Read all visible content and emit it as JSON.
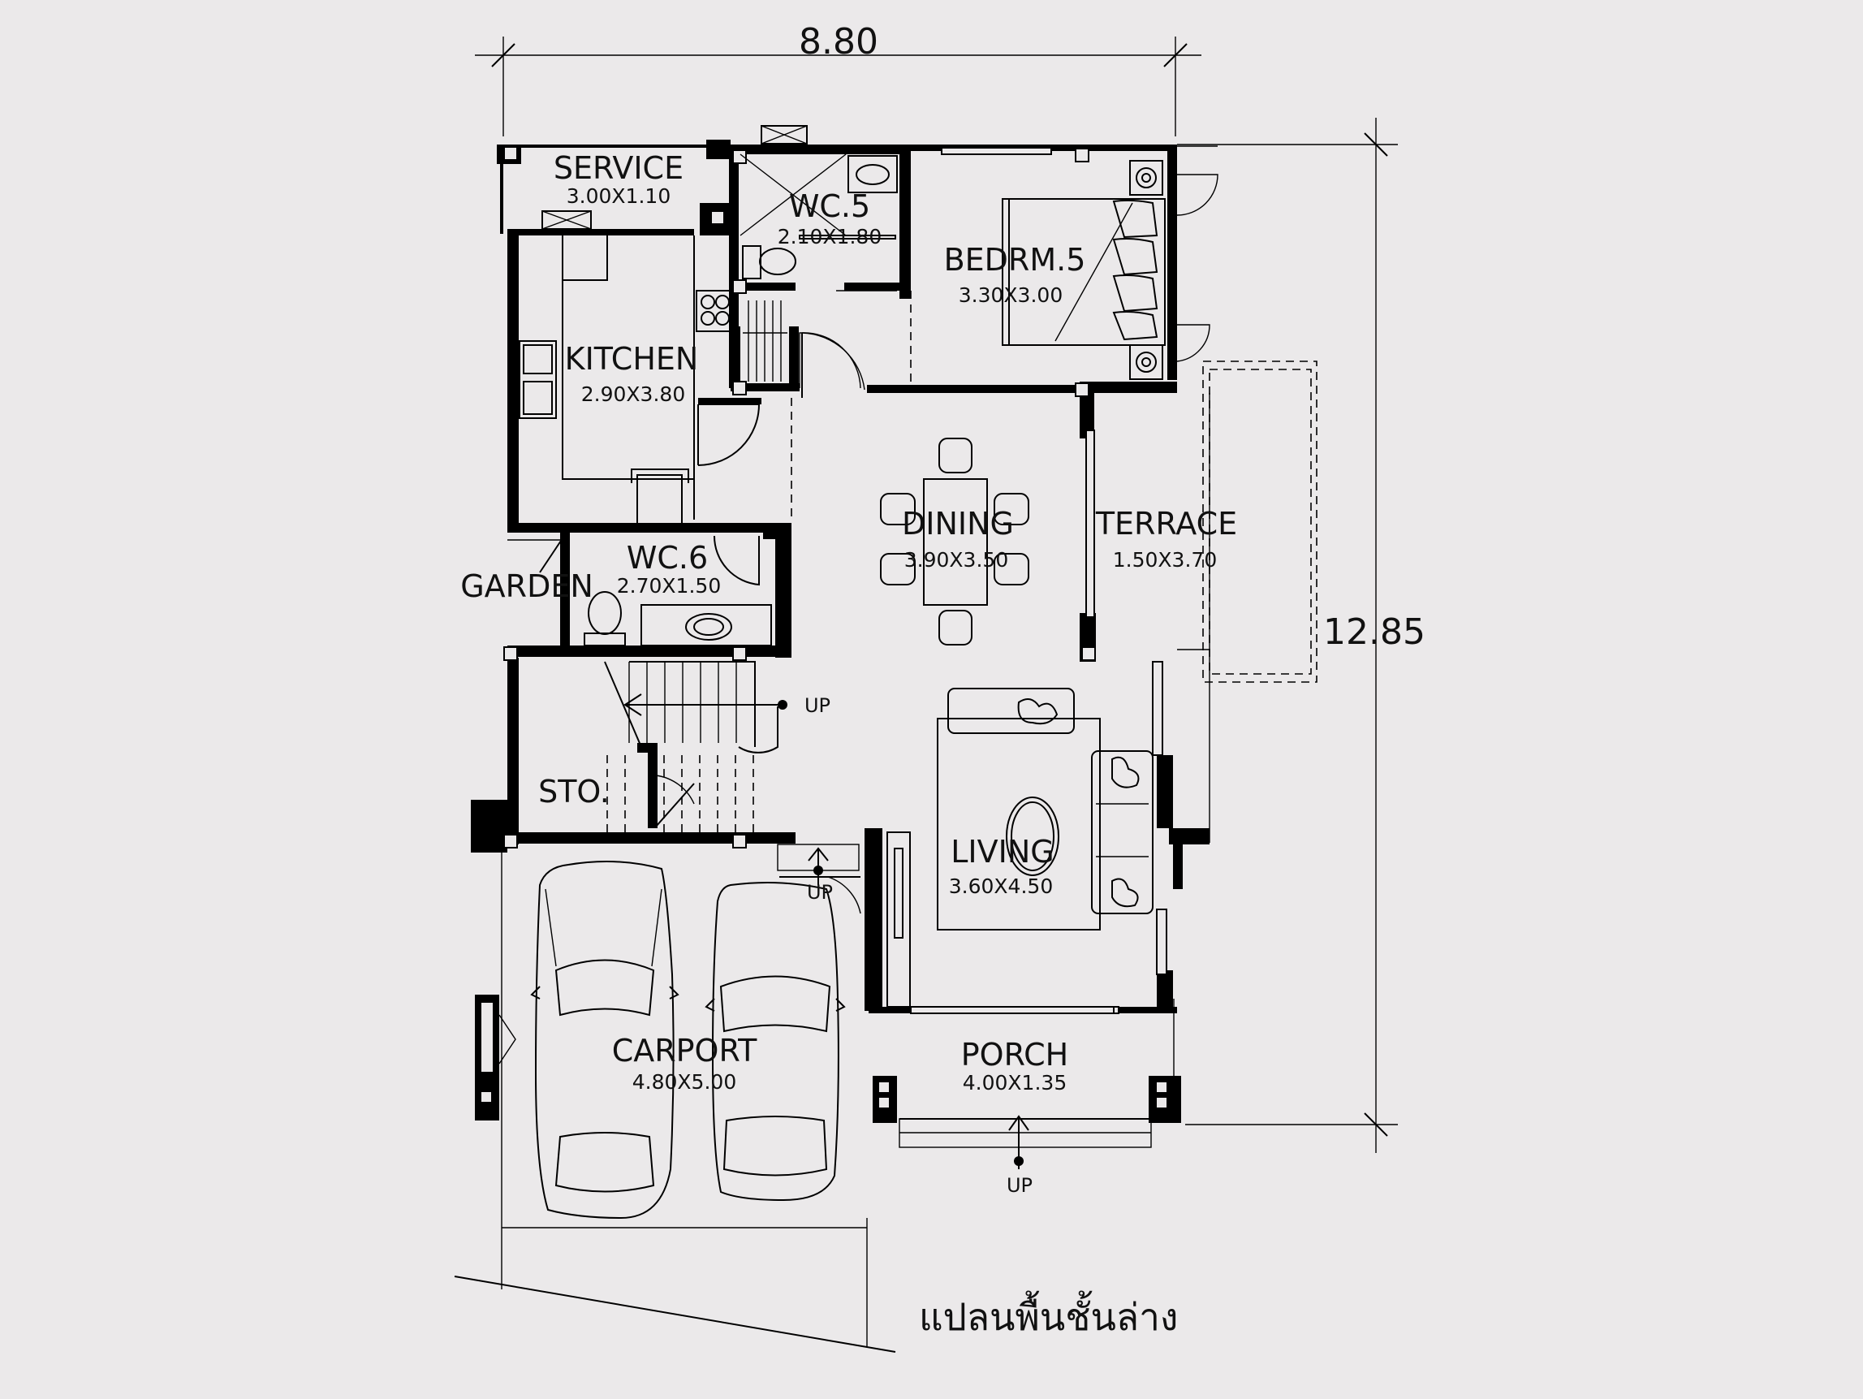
{
  "dimensions": {
    "width": "8.80",
    "depth": "12.85"
  },
  "rooms": {
    "service": {
      "name": "SERVICE",
      "size": "3.00X1.10"
    },
    "wc5": {
      "name": "WC.5",
      "size": "2.10X1.80"
    },
    "bedroom5": {
      "name": "BEDRM.5",
      "size": "3.30X3.00"
    },
    "kitchen": {
      "name": "KITCHEN",
      "size": "2.90X3.80"
    },
    "dining": {
      "name": "DINING",
      "size": "3.90X3.50"
    },
    "terrace": {
      "name": "TERRACE",
      "size": "1.50X3.70"
    },
    "wc6": {
      "name": "WC.6",
      "size": "2.70X1.50"
    },
    "garden": {
      "name": "GARDEN"
    },
    "storage": {
      "name": "STO."
    },
    "living": {
      "name": "LIVING",
      "size": "3.60X4.50"
    },
    "carport": {
      "name": "CARPORT",
      "size": "4.80X5.00"
    },
    "porch": {
      "name": "PORCH",
      "size": "4.00X1.35"
    }
  },
  "stair_labels": {
    "stair": "UP",
    "carport_step": "UP",
    "porch_step": "UP"
  },
  "title": "แปลนพื้นชั้นล่าง"
}
